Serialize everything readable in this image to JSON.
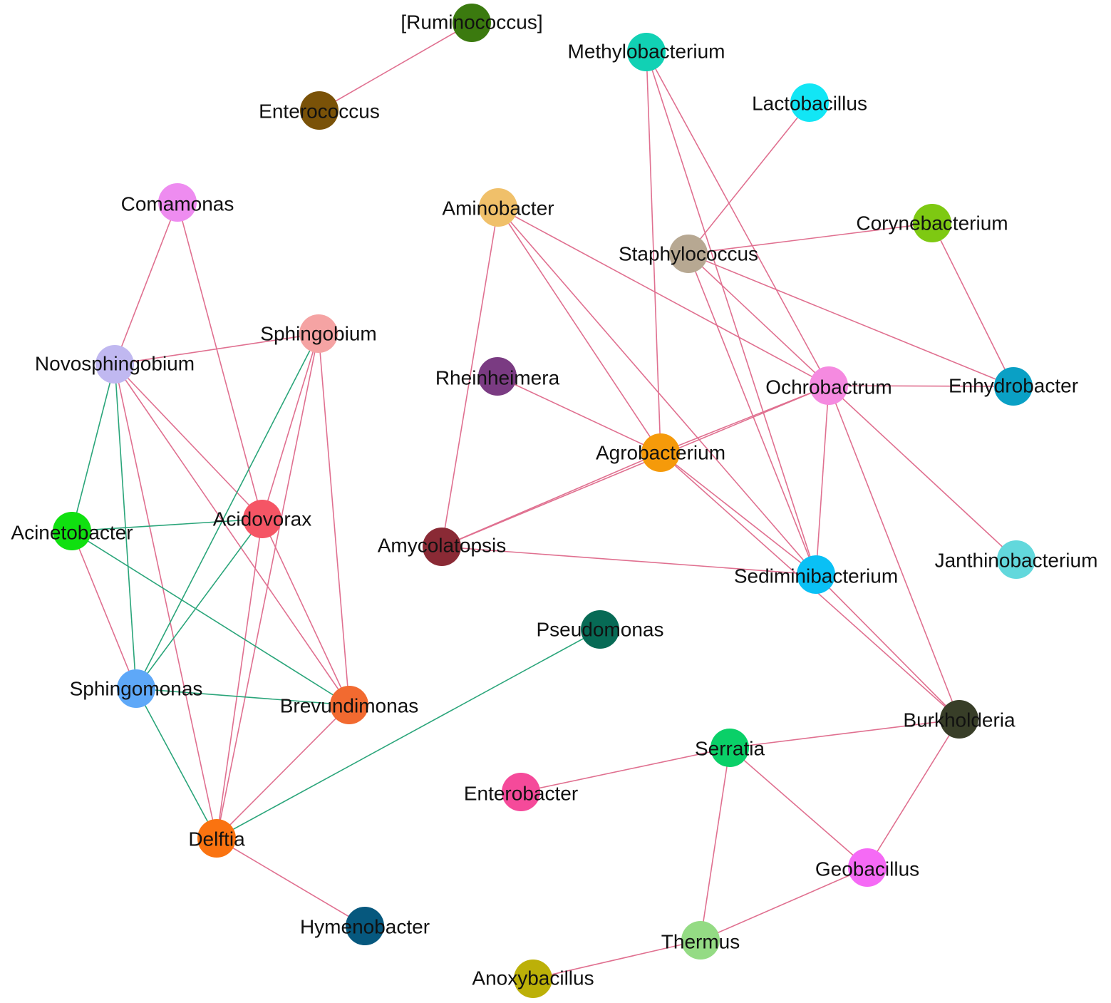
{
  "colors": {
    "positive_edge": "#e07090",
    "negative_edge": "#2aa57a"
  },
  "nodes": [
    {
      "id": "ruminococcus",
      "label": "[Ruminococcus]",
      "color": "#3b7a0f"
    },
    {
      "id": "enterococcus",
      "label": "Enterococcus",
      "color": "#7a5208"
    },
    {
      "id": "methylobacterium",
      "label": "Methylobacterium",
      "color": "#11d1b4"
    },
    {
      "id": "lactobacillus",
      "label": "Lactobacillus",
      "color": "#12e6f5"
    },
    {
      "id": "comamonas",
      "label": "Comamonas",
      "color": "#ee8cf0"
    },
    {
      "id": "aminobacter",
      "label": "Aminobacter",
      "color": "#f0c06a"
    },
    {
      "id": "corynebacterium",
      "label": "Corynebacterium",
      "color": "#7ec912"
    },
    {
      "id": "staphylococcus",
      "label": "Staphylococcus",
      "color": "#b7a892"
    },
    {
      "id": "sphingobium",
      "label": "Sphingobium",
      "color": "#f5a3a3"
    },
    {
      "id": "novosphingobium",
      "label": "Novosphingobium",
      "color": "#c0b8f0"
    },
    {
      "id": "rheinheimera",
      "label": "Rheinheimera",
      "color": "#7a3b82"
    },
    {
      "id": "ochrobactrum",
      "label": "Ochrobactrum",
      "color": "#f58ae0"
    },
    {
      "id": "enhydrobacter",
      "label": "Enhydrobacter",
      "color": "#0aa0c5"
    },
    {
      "id": "agrobacterium",
      "label": "Agrobacterium",
      "color": "#f59a0a"
    },
    {
      "id": "acinetobacter",
      "label": "Acinetobacter",
      "color": "#10e010"
    },
    {
      "id": "acidovorax",
      "label": "Acidovorax",
      "color": "#f55565"
    },
    {
      "id": "amycolatopsis",
      "label": "Amycolatopsis",
      "color": "#8a2a35"
    },
    {
      "id": "janthinobacterium",
      "label": "Janthinobacterium",
      "color": "#62d8dc"
    },
    {
      "id": "sediminibacterium",
      "label": "Sediminibacterium",
      "color": "#0ac0f5"
    },
    {
      "id": "pseudomonas",
      "label": "Pseudomonas",
      "color": "#076a55"
    },
    {
      "id": "sphingomonas",
      "label": "Sphingomonas",
      "color": "#5ea8f8"
    },
    {
      "id": "brevundimonas",
      "label": "Brevundimonas",
      "color": "#f26a30"
    },
    {
      "id": "burkholderia",
      "label": "Burkholderia",
      "color": "#383e28"
    },
    {
      "id": "serratia",
      "label": "Serratia",
      "color": "#0ad068"
    },
    {
      "id": "enterobacter",
      "label": "Enterobacter",
      "color": "#f54a9a"
    },
    {
      "id": "delftia",
      "label": "Delftia",
      "color": "#fa7310"
    },
    {
      "id": "geobacillus",
      "label": "Geobacillus",
      "color": "#f56af5"
    },
    {
      "id": "hymenobacter",
      "label": "Hymenobacter",
      "color": "#06587e"
    },
    {
      "id": "thermus",
      "label": "Thermus",
      "color": "#94db84"
    },
    {
      "id": "anoxybacillus",
      "label": "Anoxybacillus",
      "color": "#bcb008"
    }
  ],
  "edges": [
    {
      "source": "ruminococcus",
      "target": "enterococcus",
      "sign": "positive"
    },
    {
      "source": "methylobacterium",
      "target": "agrobacterium",
      "sign": "positive"
    },
    {
      "source": "methylobacterium",
      "target": "ochrobactrum",
      "sign": "positive"
    },
    {
      "source": "methylobacterium",
      "target": "sediminibacterium",
      "sign": "positive"
    },
    {
      "source": "lactobacillus",
      "target": "staphylococcus",
      "sign": "positive"
    },
    {
      "source": "staphylococcus",
      "target": "corynebacterium",
      "sign": "positive"
    },
    {
      "source": "staphylococcus",
      "target": "ochrobactrum",
      "sign": "positive"
    },
    {
      "source": "staphylococcus",
      "target": "enhydrobacter",
      "sign": "positive"
    },
    {
      "source": "staphylococcus",
      "target": "sediminibacterium",
      "sign": "positive"
    },
    {
      "source": "corynebacterium",
      "target": "enhydrobacter",
      "sign": "positive"
    },
    {
      "source": "aminobacter",
      "target": "amycolatopsis",
      "sign": "positive"
    },
    {
      "source": "aminobacter",
      "target": "agrobacterium",
      "sign": "positive"
    },
    {
      "source": "aminobacter",
      "target": "ochrobactrum",
      "sign": "positive"
    },
    {
      "source": "aminobacter",
      "target": "sediminibacterium",
      "sign": "positive"
    },
    {
      "source": "rheinheimera",
      "target": "agrobacterium",
      "sign": "positive"
    },
    {
      "source": "ochrobactrum",
      "target": "enhydrobacter",
      "sign": "positive"
    },
    {
      "source": "ochrobactrum",
      "target": "agrobacterium",
      "sign": "positive"
    },
    {
      "source": "ochrobactrum",
      "target": "amycolatopsis",
      "sign": "positive"
    },
    {
      "source": "ochrobactrum",
      "target": "sediminibacterium",
      "sign": "positive"
    },
    {
      "source": "ochrobactrum",
      "target": "janthinobacterium",
      "sign": "positive"
    },
    {
      "source": "ochrobactrum",
      "target": "burkholderia",
      "sign": "positive"
    },
    {
      "source": "agrobacterium",
      "target": "amycolatopsis",
      "sign": "positive"
    },
    {
      "source": "agrobacterium",
      "target": "sediminibacterium",
      "sign": "positive"
    },
    {
      "source": "agrobacterium",
      "target": "burkholderia",
      "sign": "positive"
    },
    {
      "source": "amycolatopsis",
      "target": "sediminibacterium",
      "sign": "positive"
    },
    {
      "source": "sediminibacterium",
      "target": "burkholderia",
      "sign": "positive"
    },
    {
      "source": "burkholderia",
      "target": "serratia",
      "sign": "positive"
    },
    {
      "source": "burkholderia",
      "target": "geobacillus",
      "sign": "positive"
    },
    {
      "source": "serratia",
      "target": "enterobacter",
      "sign": "positive"
    },
    {
      "source": "serratia",
      "target": "geobacillus",
      "sign": "positive"
    },
    {
      "source": "serratia",
      "target": "thermus",
      "sign": "positive"
    },
    {
      "source": "geobacillus",
      "target": "thermus",
      "sign": "positive"
    },
    {
      "source": "thermus",
      "target": "anoxybacillus",
      "sign": "positive"
    },
    {
      "source": "comamonas",
      "target": "novosphingobium",
      "sign": "positive"
    },
    {
      "source": "comamonas",
      "target": "acidovorax",
      "sign": "positive"
    },
    {
      "source": "novosphingobium",
      "target": "sphingobium",
      "sign": "positive"
    },
    {
      "source": "novosphingobium",
      "target": "acidovorax",
      "sign": "positive"
    },
    {
      "source": "novosphingobium",
      "target": "brevundimonas",
      "sign": "positive"
    },
    {
      "source": "novosphingobium",
      "target": "delftia",
      "sign": "positive"
    },
    {
      "source": "novosphingobium",
      "target": "acinetobacter",
      "sign": "negative"
    },
    {
      "source": "novosphingobium",
      "target": "sphingomonas",
      "sign": "negative"
    },
    {
      "source": "sphingobium",
      "target": "acidovorax",
      "sign": "positive"
    },
    {
      "source": "sphingobium",
      "target": "delftia",
      "sign": "positive"
    },
    {
      "source": "sphingobium",
      "target": "brevundimonas",
      "sign": "positive"
    },
    {
      "source": "sphingobium",
      "target": "sphingomonas",
      "sign": "negative"
    },
    {
      "source": "acidovorax",
      "target": "brevundimonas",
      "sign": "positive"
    },
    {
      "source": "acidovorax",
      "target": "delftia",
      "sign": "positive"
    },
    {
      "source": "acidovorax",
      "target": "acinetobacter",
      "sign": "negative"
    },
    {
      "source": "acidovorax",
      "target": "sphingomonas",
      "sign": "negative"
    },
    {
      "source": "acinetobacter",
      "target": "sphingomonas",
      "sign": "positive"
    },
    {
      "source": "acinetobacter",
      "target": "brevundimonas",
      "sign": "negative"
    },
    {
      "source": "sphingomonas",
      "target": "brevundimonas",
      "sign": "negative"
    },
    {
      "source": "sphingomonas",
      "target": "delftia",
      "sign": "negative"
    },
    {
      "source": "brevundimonas",
      "target": "delftia",
      "sign": "positive"
    },
    {
      "source": "delftia",
      "target": "pseudomonas",
      "sign": "negative"
    },
    {
      "source": "delftia",
      "target": "hymenobacter",
      "sign": "positive"
    }
  ]
}
